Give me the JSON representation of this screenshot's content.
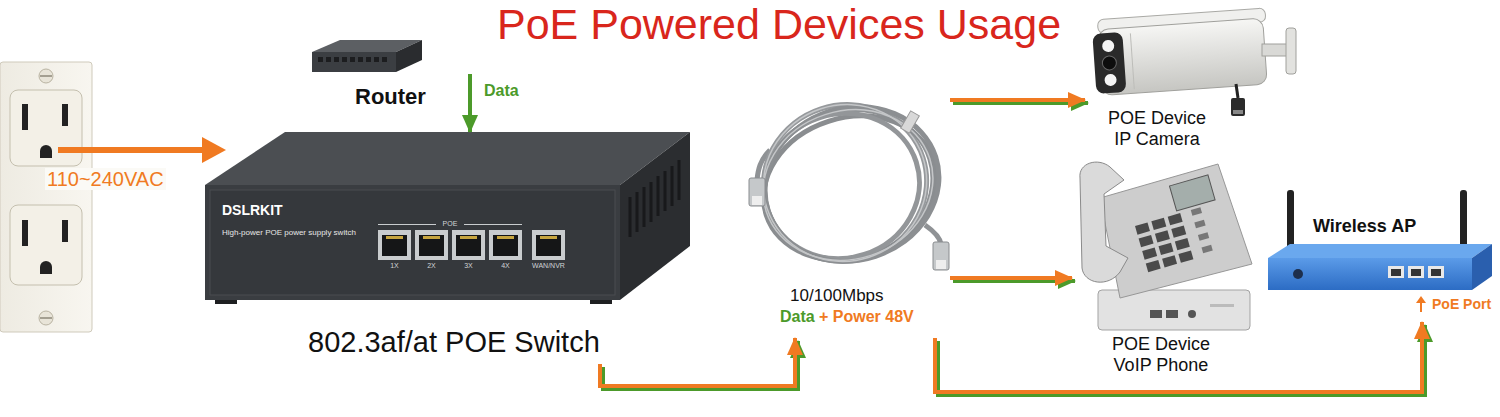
{
  "diagram": {
    "title": "PoE Powered Devices Usage",
    "nodes": [
      {
        "text": [
          "Router"
        ]
      },
      {
        "text": [
          "DSLRKIT",
          "High-power POE power supply switch",
          "802.3af/at POE Switch"
        ]
      },
      {
        "text": [
          "10/100Mbps",
          "Data",
          "+ Power 48V"
        ]
      },
      {
        "text": [
          "POE Device IP Camera"
        ]
      },
      {
        "text": [
          "POE Device VoIP Phone"
        ]
      },
      {
        "text": [
          "Wireless AP",
          "PoE Port"
        ]
      }
    ],
    "edges": [
      {
        "from": 0,
        "to": 1,
        "label": "Data",
        "arrow": "to"
      },
      {
        "from": 1,
        "to": 2,
        "arrow": "to"
      },
      {
        "from": 2,
        "to": 3,
        "arrow": "to"
      },
      {
        "from": 2,
        "to": 4,
        "arrow": "to"
      },
      {
        "from": 2,
        "to": 5,
        "arrow": "to"
      }
    ],
    "labels": [
      "110~240VAC",
      "POE",
      "1X",
      "2X",
      "3X",
      "4X",
      "WAN/NVR"
    ]
  }
}
